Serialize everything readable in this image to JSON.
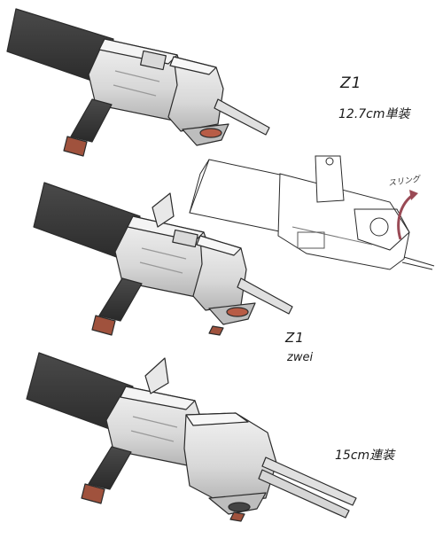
{
  "notes": {
    "top_name": "Z1",
    "top_spec": "12.7cm単装",
    "sling": "スリング",
    "mid_name": "Z1",
    "mid_sub": "zwei",
    "bottom_spec": "15cm連装"
  },
  "colors": {
    "grip_dark": "#3a3a3a",
    "metal_light": "#e6e6e6",
    "metal_mid": "#c9c9c9",
    "metal_shadow": "#9e9e9e",
    "outline": "#2b2b2b",
    "strap": "#a0523d",
    "sling_arrow": "#9a4a55"
  }
}
